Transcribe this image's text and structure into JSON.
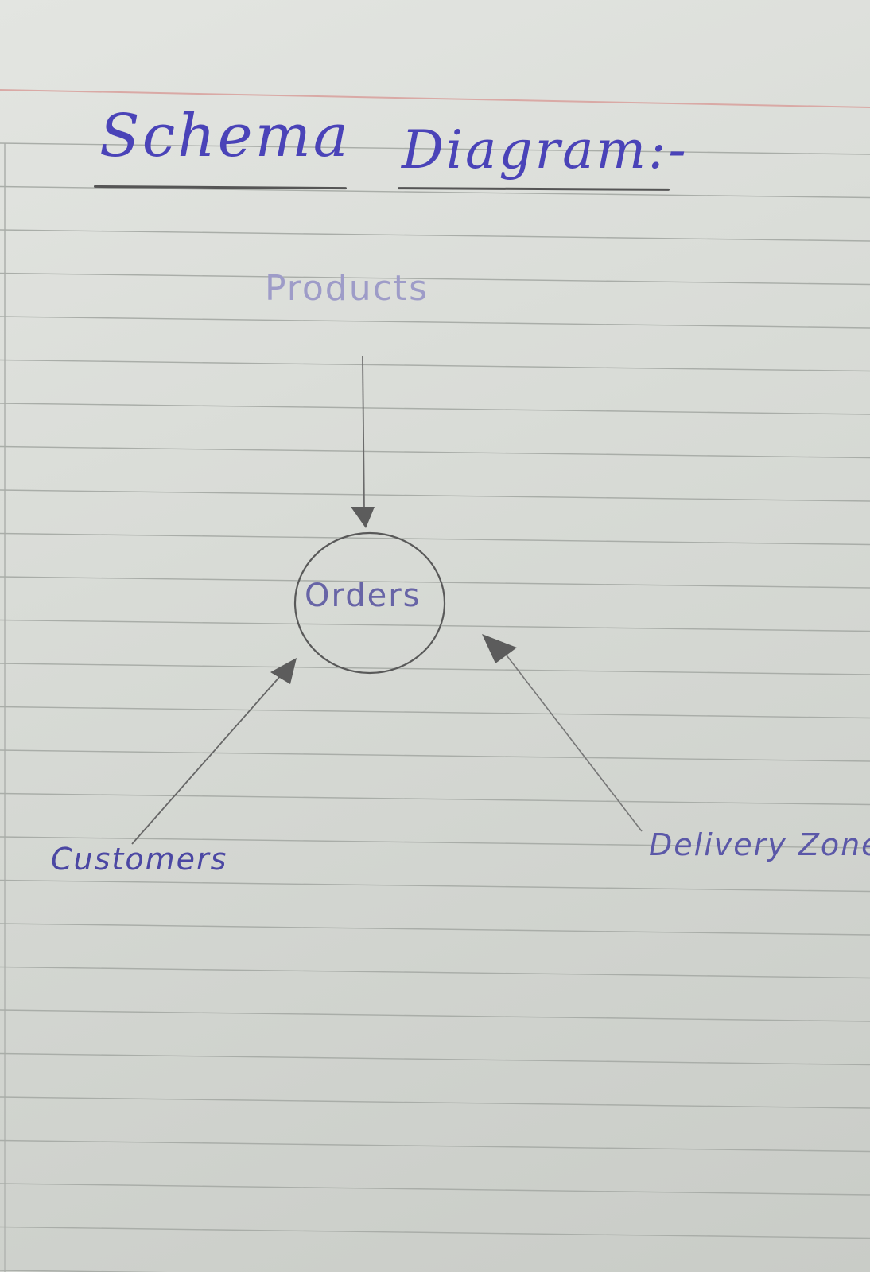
{
  "diagram": {
    "title": {
      "word1": "Schema",
      "word2": "Diagram:-"
    },
    "entities": {
      "center": "Orders",
      "top": "Products",
      "bottom_left": "Customers",
      "bottom_right": "Delivery Zone"
    },
    "relations": [
      {
        "from": "Products",
        "to": "Orders"
      },
      {
        "from": "Customers",
        "to": "Orders"
      },
      {
        "from": "Delivery Zone",
        "to": "Orders"
      }
    ],
    "colors": {
      "ink_blue": "#4a43b8",
      "pencil": "#555555"
    }
  }
}
